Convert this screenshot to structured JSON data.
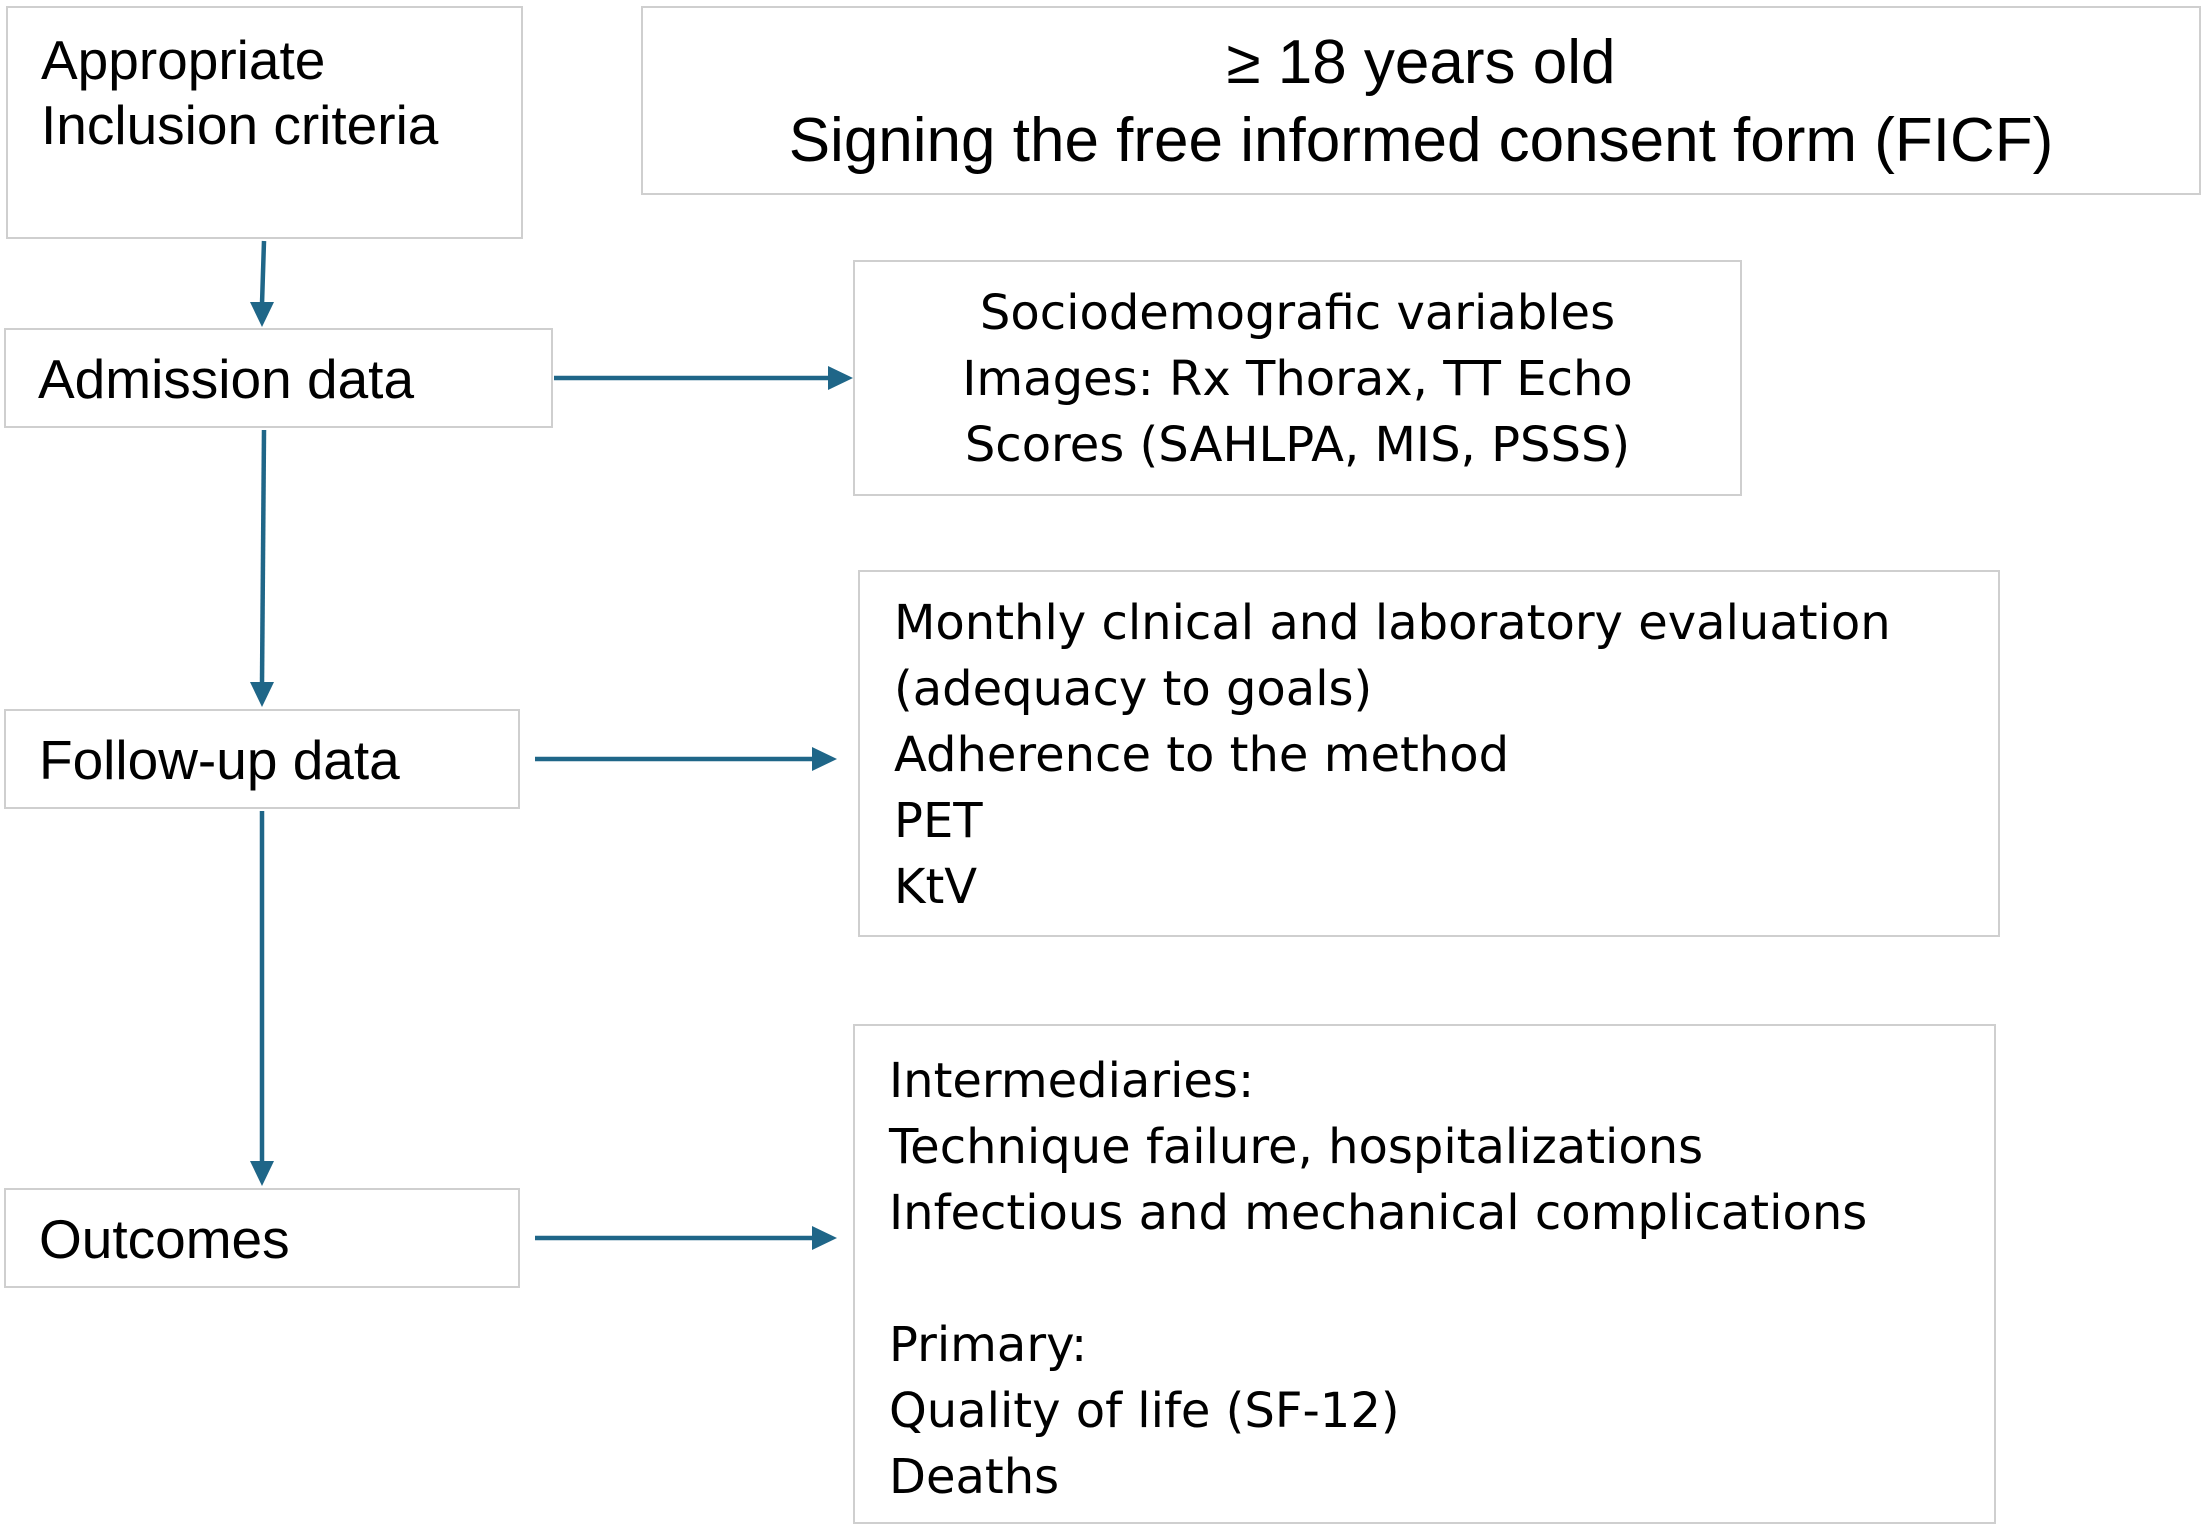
{
  "colors": {
    "arrow": "#1f6688",
    "box_border": "#cfcfcf",
    "text": "#000000",
    "background": "#ffffff"
  },
  "left_column": {
    "inclusion": {
      "lines": [
        "Appropriate",
        "Inclusion criteria"
      ]
    },
    "admission": {
      "label": "Admission data"
    },
    "followup": {
      "label": "Follow-up data"
    },
    "outcomes": {
      "label": "Outcomes"
    }
  },
  "right_column": {
    "criteria": {
      "lines": [
        "≥ 18 years old",
        "Signing the free informed consent form (FICF)"
      ]
    },
    "admission_details": {
      "lines": [
        "Sociodemografic variables",
        "Images: Rx Thorax, TT Echo",
        "Scores (SAHLPA, MIS, PSSS)"
      ]
    },
    "followup_details": {
      "lines": [
        "Monthly clnical and laboratory evaluation",
        "(adequacy to goals)",
        "Adherence to the method",
        "PET",
        "KtV"
      ]
    },
    "outcomes_details": {
      "intermediary_lines": [
        "Intermediaries:",
        "Technique failure, hospitalizations",
        "Infectious and mechanical complications"
      ],
      "primary_lines": [
        "Primary:",
        "Quality of life (SF-12)",
        "Deaths"
      ]
    }
  }
}
